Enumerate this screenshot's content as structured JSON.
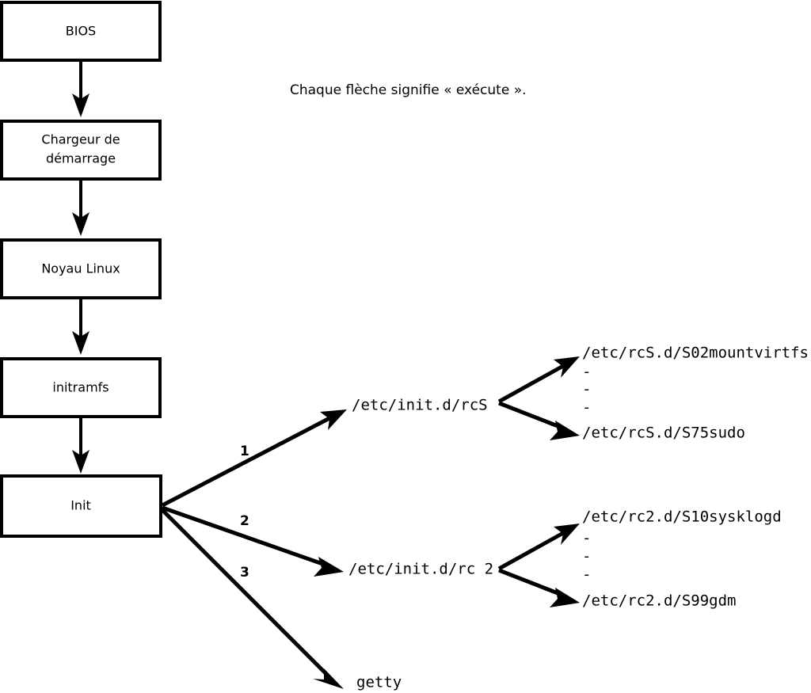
{
  "diagram": {
    "caption": "Chaque flèche signifie « exécute ».",
    "boxes": [
      {
        "id": "bios",
        "label": "BIOS"
      },
      {
        "id": "bootloader",
        "label_line1": "Chargeur de",
        "label_line2": "démarrage"
      },
      {
        "id": "kernel",
        "label": "Noyau Linux"
      },
      {
        "id": "initramfs",
        "label": "initramfs"
      },
      {
        "id": "init",
        "label": "Init"
      }
    ],
    "branch_numbers": {
      "one": "1",
      "two": "2",
      "three": "3"
    },
    "scripts": {
      "rcs_label": "/etc/init.d/rcS",
      "rc2_label": "/etc/init.d/rc 2",
      "getty_label": "getty"
    },
    "rcs_children": {
      "first": "/etc/rcS.d/S02mountvirtfs",
      "ellipsis": [
        "-",
        "-",
        "-"
      ],
      "last": "/etc/rcS.d/S75sudo"
    },
    "rc2_children": {
      "first": "/etc/rc2.d/S10sysklogd",
      "ellipsis": [
        "-",
        "-",
        "-"
      ],
      "last": "/etc/rc2.d/S99gdm"
    },
    "colors": {
      "stroke": "#000000",
      "fill": "#ffffff",
      "text": "#000000"
    }
  }
}
